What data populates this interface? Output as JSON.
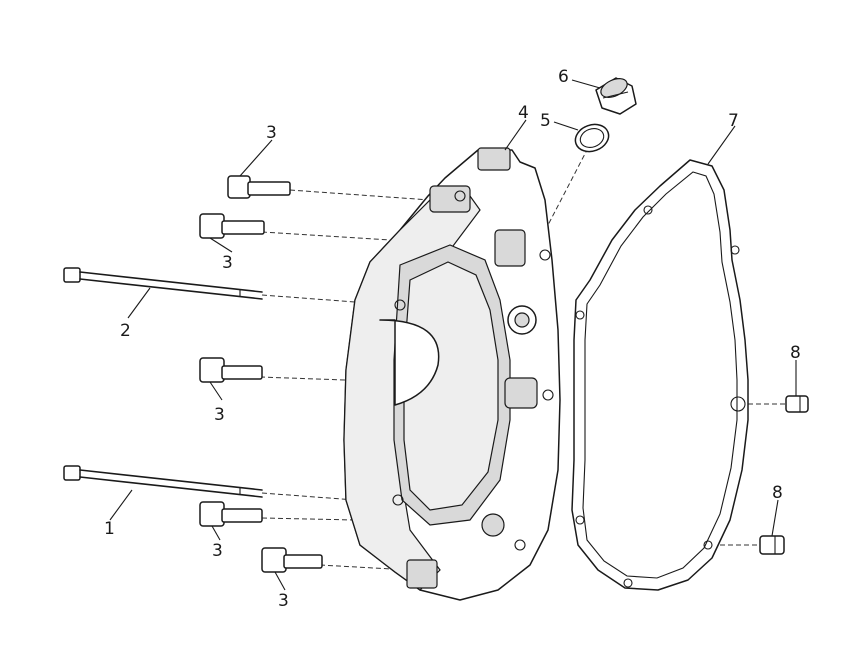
{
  "callouts": [
    {
      "id": "c1",
      "text": "1"
    },
    {
      "id": "c2",
      "text": "2"
    },
    {
      "id": "c3a",
      "text": "3"
    },
    {
      "id": "c3b",
      "text": "3"
    },
    {
      "id": "c3c",
      "text": "3"
    },
    {
      "id": "c3d",
      "text": "3"
    },
    {
      "id": "c3e",
      "text": "3"
    },
    {
      "id": "c4",
      "text": "4"
    },
    {
      "id": "c5",
      "text": "5"
    },
    {
      "id": "c6",
      "text": "6"
    },
    {
      "id": "c7",
      "text": "7"
    },
    {
      "id": "c8a",
      "text": "8"
    },
    {
      "id": "c8b",
      "text": "8"
    }
  ]
}
